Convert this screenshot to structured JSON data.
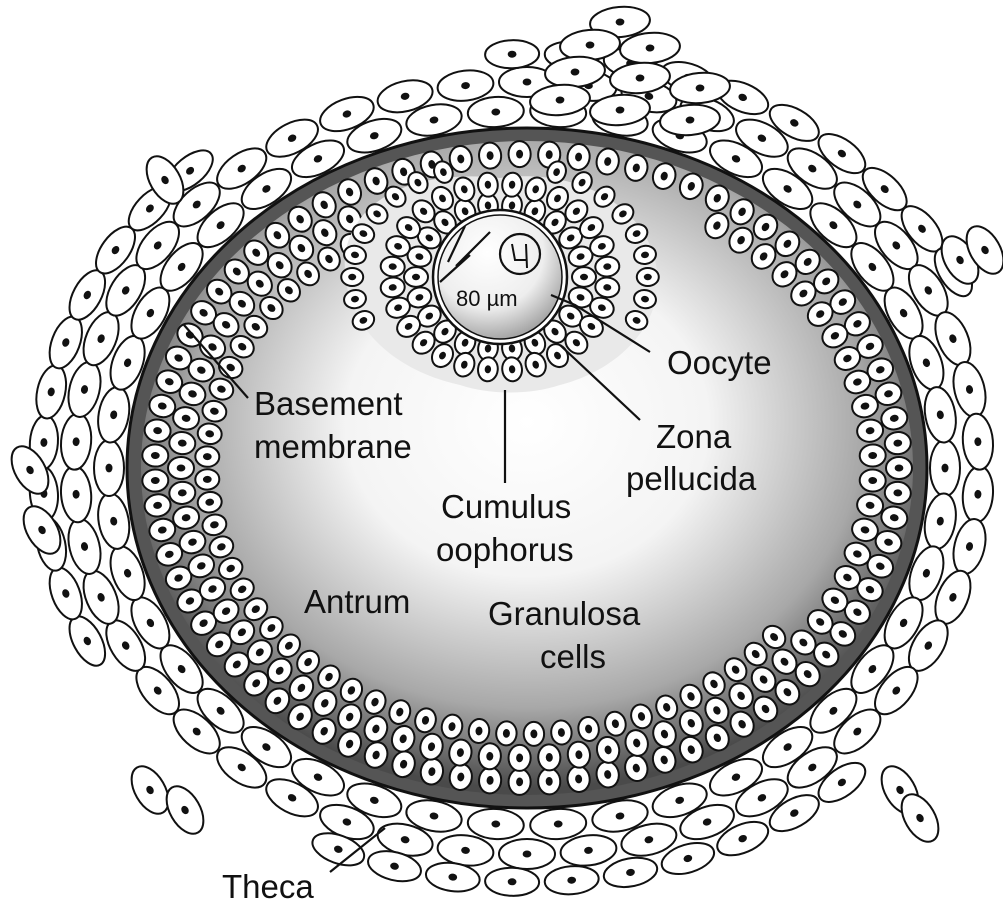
{
  "labels": {
    "oocyte_size": "80 µm",
    "oocyte": "Oocyte",
    "basement_line1": "Basement",
    "basement_line2": "membrane",
    "zona_line1": "Zona",
    "zona_line2": "pellucida",
    "cumulus_line1": "Cumulus",
    "cumulus_line2": "oophorus",
    "antrum": "Antrum",
    "granulosa_line1": "Granulosa",
    "granulosa_line2": "cells",
    "theca": "Theca"
  },
  "colors": {
    "outline": "#111111",
    "cell_fill": "#ffffff",
    "basement": "#555555",
    "antrum_center": "#ffffff",
    "antrum_edge": "#4a4a4a"
  }
}
